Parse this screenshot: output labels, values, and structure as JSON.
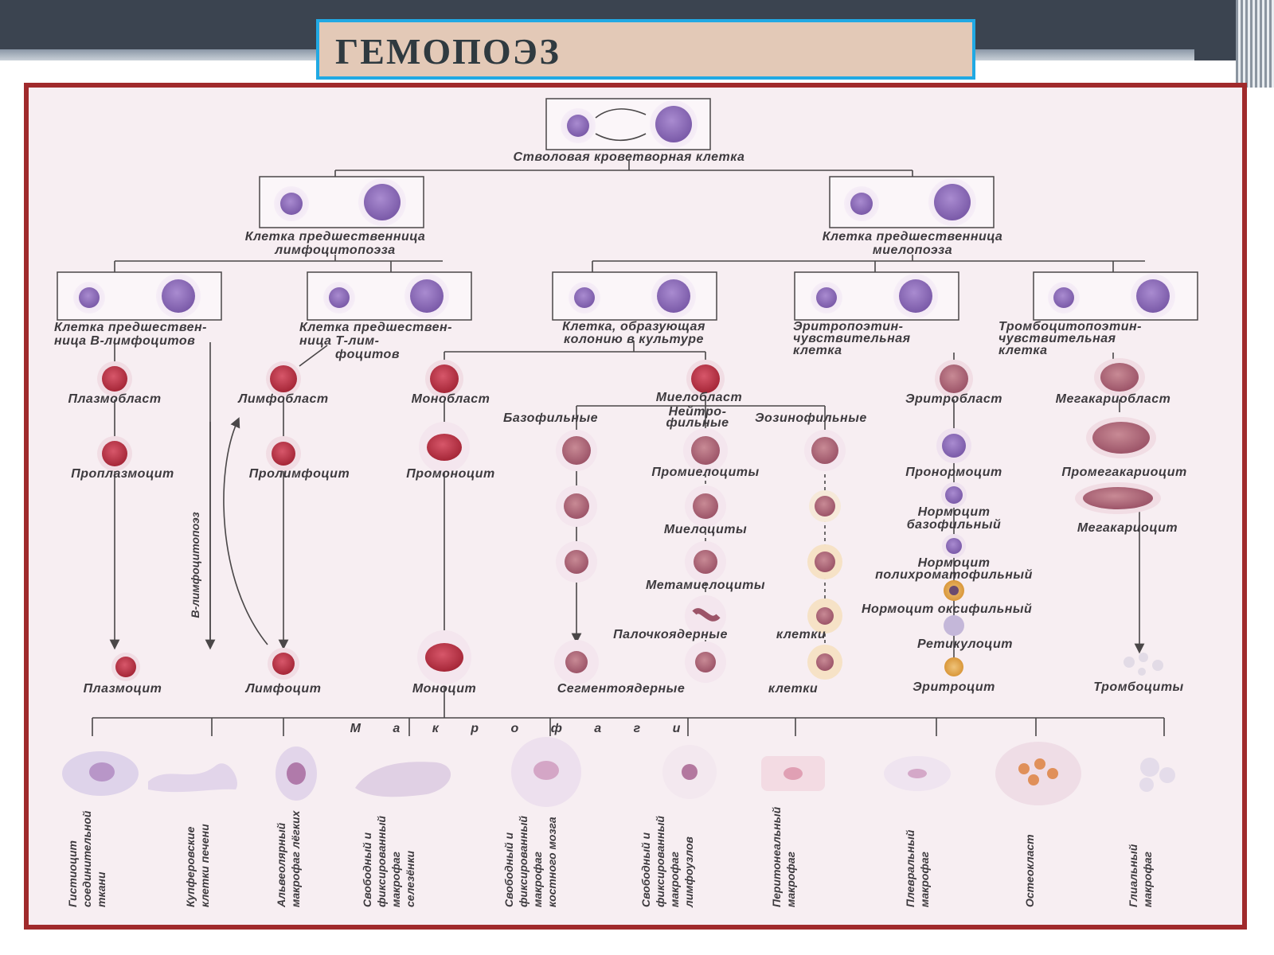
{
  "title": "ГЕМОПОЭЗ",
  "colors": {
    "topbar": "#3b4450",
    "title_bg": "#e3c9b7",
    "title_border": "#21a9e3",
    "frame_border": "#a02a2c",
    "nucleus": "#8a6bb6",
    "blast_nucleus": "#c0364a"
  },
  "labels": {
    "stem": "Стволовая кроветворная клетка",
    "lymph_prog_1": "Клетка предшественница",
    "lymph_prog_2": "лимфоцитопоэза",
    "myelo_prog_1": "Клетка предшественница",
    "myelo_prog_2": "миелопоэза",
    "b_prog_1": "Клетка предшествен-",
    "b_prog_2": "ница  В-лимфоцитов",
    "t_prog_1": "Клетка предшествен-",
    "t_prog_2": "ница  Т-лим-",
    "t_prog_3": "фоцитов",
    "cfu_1": "Клетка, образующая",
    "cfu_2": "колонию в культуре",
    "ery_prog_1": "Эритропоэтин-",
    "ery_prog_2": "чувствительная",
    "ery_prog_3": "клетка",
    "thr_prog_1": "Тромбоцитопоэтин-",
    "thr_prog_2": "чувствительная",
    "thr_prog_3": "клетка",
    "plasmoblast": "Плазмобласт",
    "lymphoblast": "Лимфобласт",
    "monoblast": "Монобласт",
    "myeloblast": "Миелобласт",
    "erythroblast": "Эритробласт",
    "megakaryoblast": "Мегакариобласт",
    "basophilic": "Базофильные",
    "neutro_1": "Нейтро-",
    "neutro_2": "фильные",
    "eosinophilic": "Эозинофильные",
    "proplasmocyte": "Проплазмоцит",
    "prolymphocyte": "Пролимфоцит",
    "promonocyte": "Промоноцит",
    "promyelocytes": "Промиелоциты",
    "pronormocyte": "Пронормоцит",
    "promegakaryocyte": "Промегакариоцит",
    "normo_baso_1": "Нормоцит",
    "normo_baso_2": "базофильный",
    "megakaryocyte": "Мегакариоцит",
    "myelocytes": "Миелоциты",
    "normo_poly_1": "Нормоцит",
    "normo_poly_2": "полихроматофильный",
    "metamyelocytes": "Метамиелоциты",
    "normo_oxy": "Нормоцит  оксифильный",
    "b_lymphopoiesis": "В-лимфоцитопоэз",
    "band": "Палочкоядерные",
    "cells_1": "клетки",
    "reticulocyte": "Ретикулоцит",
    "plasmocyte": "Плазмоцит",
    "lymphocyte": "Лимфоцит",
    "monocyte": "Моноцит",
    "segmented": "Сегментоядерные",
    "cells_2": "клетки",
    "erythrocyte": "Эритроцит",
    "thrombocytes": "Тромбоциты",
    "macrophages": "М а к р о ф а г и"
  },
  "macrophages": [
    {
      "l1": "Гистиоцит",
      "l2": "соединительной",
      "l3": "ткани"
    },
    {
      "l1": "Купферовские",
      "l2": "клетки печени",
      "l3": ""
    },
    {
      "l1": "Альвеолярный",
      "l2": "макрофаг лёгких",
      "l3": ""
    },
    {
      "l1": "Свободный и",
      "l2": "фиксированный",
      "l3": "макрофаг",
      "l4": "селезёнки"
    },
    {
      "l1": "Свободный и",
      "l2": "фиксированный",
      "l3": "макрофаг",
      "l4": "костного мозга"
    },
    {
      "l1": "Свободный и",
      "l2": "фиксированный",
      "l3": "макрофаг",
      "l4": "лимфоузлов"
    },
    {
      "l1": "Перитонеальный",
      "l2": "макрофаг",
      "l3": ""
    },
    {
      "l1": "Плевральный",
      "l2": "макрофаг",
      "l3": ""
    },
    {
      "l1": "Остеокласт",
      "l2": "",
      "l3": ""
    },
    {
      "l1": "Глиальный",
      "l2": "макрофаг",
      "l3": ""
    }
  ]
}
